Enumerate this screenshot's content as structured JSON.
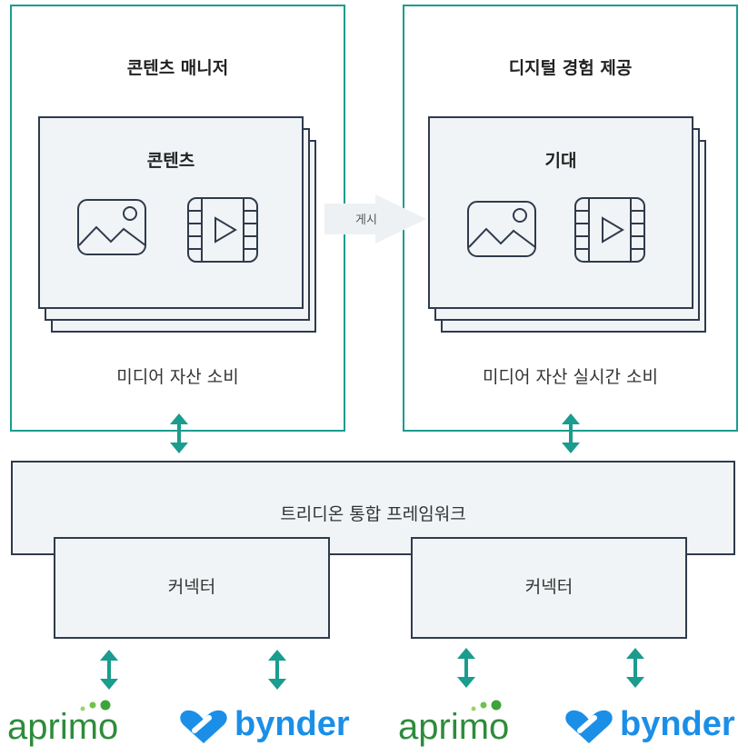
{
  "left_panel": {
    "title": "콘텐츠 매니저",
    "card_title": "콘텐츠",
    "subtitle": "미디어 자산 소비"
  },
  "right_panel": {
    "title": "디지털 경험 제공",
    "card_title": "기대",
    "subtitle": "미디어 자산 실시간 소비"
  },
  "publish_label": "게시",
  "framework_label": "트리디온 통합 프레임워크",
  "connectors": [
    "커넥터",
    "커넥터"
  ],
  "logos": {
    "aprimo": "aprimo",
    "bynder": "bynder"
  },
  "colors": {
    "accent": "#1a9c8e",
    "border": "#2f3b4c",
    "fill": "#f1f4f6",
    "aprimo_green": "#2d8c3c",
    "bynder_blue": "#1b8fe8"
  }
}
